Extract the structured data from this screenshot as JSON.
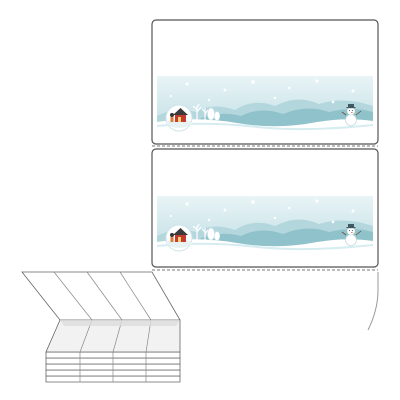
{
  "product": {
    "layout": "fanfold-labels",
    "labels_visible": 2,
    "separator": "perforated",
    "stack_columns": 4,
    "motif": {
      "theme": "winter",
      "elements": [
        "snowman-icon",
        "hill-icon",
        "tree-icon",
        "igloo-icon",
        "house-icon",
        "snowflake-icon"
      ]
    }
  },
  "colors": {
    "sky_top": "#e9f4f6",
    "sky_bottom": "#bfdee4",
    "hills": "#8fc2ca",
    "hills_light": "#b4d7dd",
    "snow_ground": "#ffffff",
    "wave": "#d6ecf0",
    "border": "#555555",
    "perforation": "#777777",
    "house_red": "#c23b2b",
    "stack_shade": "#dcdcdc"
  }
}
